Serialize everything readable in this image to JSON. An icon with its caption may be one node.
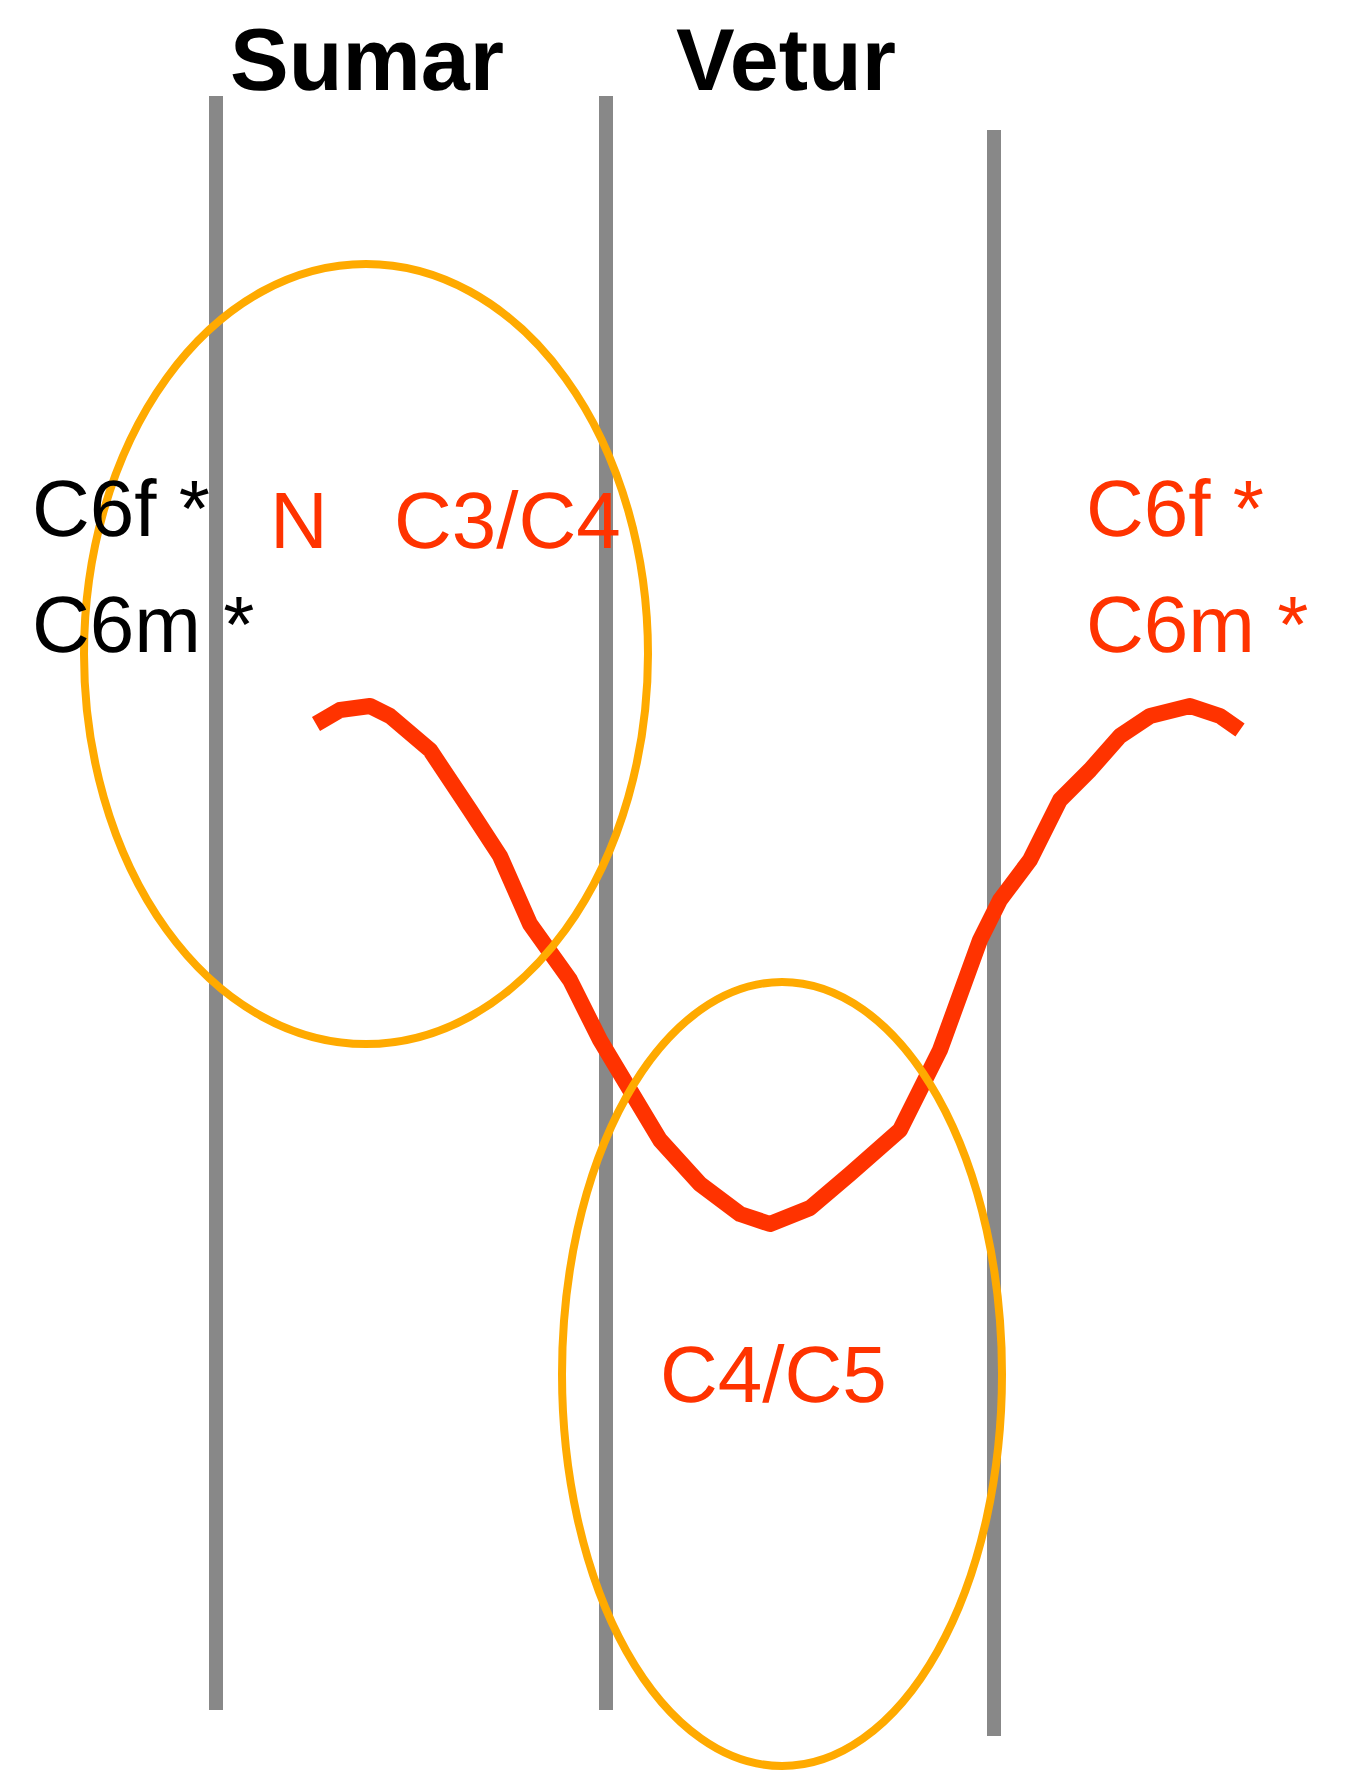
{
  "diagram": {
    "nodes": [
      {
        "text": [
          "N",
          "C3/C4"
        ]
      },
      {
        "text": [
          "C4/C5"
        ]
      }
    ],
    "labels": [
      "Sumar",
      "Vetur",
      "C6f *",
      "C6m *",
      "C6f *",
      "C6m *"
    ]
  }
}
